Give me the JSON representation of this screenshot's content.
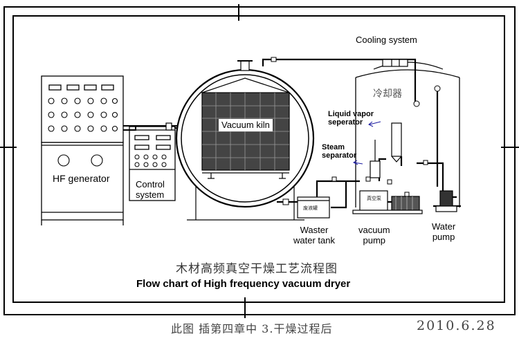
{
  "labels": {
    "cooling_system": "Cooling system",
    "cooler_cn": "冷却器",
    "liquid_vapor_separator": "Liquid vapor\nseperator",
    "steam_separator": "Steam\nseparator",
    "vacuum_kiln": "Vacuum kiln",
    "hf_generator": "HF generator",
    "control_system": "Control\nsystem",
    "waster_water_tank": "Waster\nwater tank",
    "vacuum_pump": "vacuum\npump",
    "water_pump": "Water\npump",
    "vacuum_pump_cn": "真空泵",
    "tank_cn": "废液罐"
  },
  "caption": {
    "title_cn": "木材高频真空干燥工艺流程图",
    "title_en": "Flow chart of High frequency vacuum dryer"
  },
  "footer": {
    "note_cn": "此图 插第四章中 3.干燥过程后",
    "date": "2010.6.28"
  }
}
